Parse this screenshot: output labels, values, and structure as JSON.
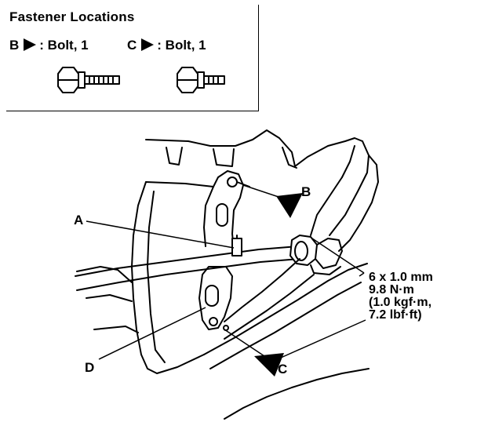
{
  "legend": {
    "title": "Fastener Locations",
    "items": [
      {
        "letter": "B",
        "text": ": Bolt, 1"
      },
      {
        "letter": "C",
        "text": ": Bolt, 1"
      }
    ]
  },
  "callouts": {
    "a": "A",
    "b": "B",
    "c": "C",
    "d": "D"
  },
  "torque_spec": {
    "line1": "6 x 1.0 mm",
    "line2": "9.8 N·m",
    "line3": "(1.0 kgf·m,",
    "line4": "7.2 lbf·ft)"
  }
}
